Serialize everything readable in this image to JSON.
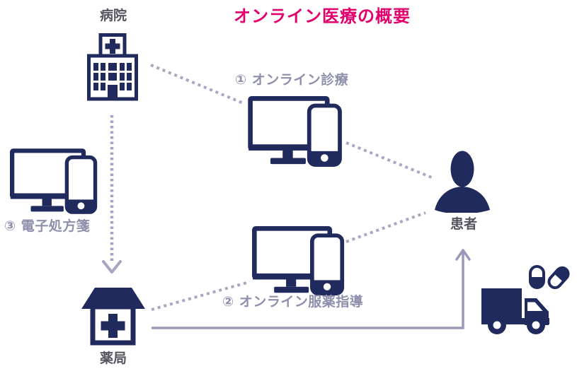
{
  "title": "オンライン医療の概要",
  "nodes": {
    "hospital": {
      "label": "病院"
    },
    "patient": {
      "label": "患者"
    },
    "pharmacy": {
      "label": "薬局"
    }
  },
  "steps": [
    {
      "number": "①",
      "label": "① オンライン診療"
    },
    {
      "number": "②",
      "label": "② オンライン服薬指導"
    },
    {
      "number": "③",
      "label": "③ 電子処方箋"
    }
  ],
  "icons": {
    "hospital": "hospital-building-icon",
    "online_care": "monitor-phone-icon",
    "medication_guidance": "monitor-phone-icon",
    "e_prescription": "monitor-phone-icon",
    "patient": "person-silhouette-icon",
    "pharmacy": "pharmacy-building-icon",
    "delivery": "delivery-truck-icon",
    "pills": "pills-icon"
  },
  "connectors": {
    "hospital_to_online_care": "dotted",
    "online_care_to_patient": "dotted",
    "hospital_to_pharmacy": "dashed-arrow",
    "pharmacy_to_medication_guidance": "dotted",
    "medication_guidance_to_patient": "dotted",
    "pharmacy_to_truck_to_patient": "solid-arrow"
  },
  "colors": {
    "background": "#ffffff",
    "title": "#e2006d",
    "icon_navy": "#202a5c",
    "step_label": "#8e90ac",
    "node_label": "#55555f",
    "dotted_line": "#a8a8c2",
    "dashed_line": "#a6a6c0",
    "solid_arrow": "#9a9ab8"
  }
}
